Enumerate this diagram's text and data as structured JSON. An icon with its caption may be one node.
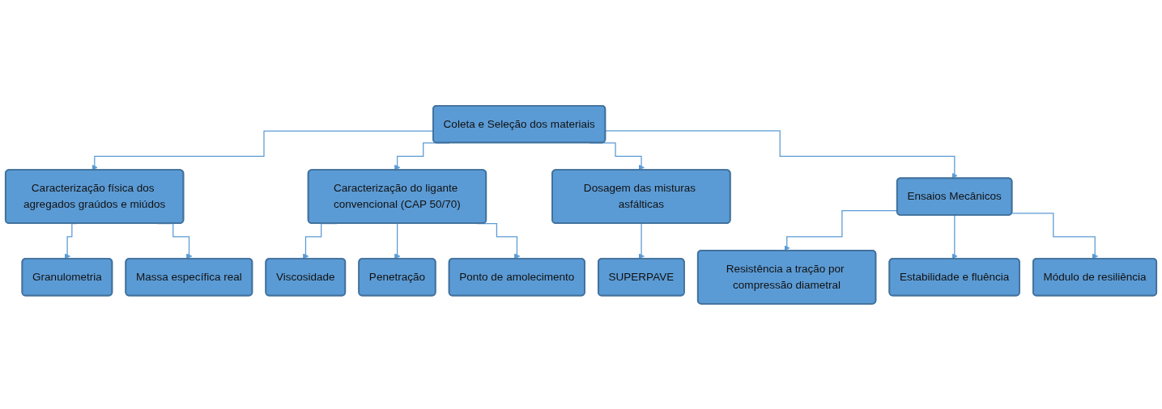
{
  "diagram": {
    "nodes": [
      {
        "text": [
          "Coleta e Seleção dos materiais"
        ]
      },
      {
        "text": [
          "Caracterização física dos agregados graúdos e miúdos"
        ]
      },
      {
        "text": [
          "Caracterização do ligante convencional (CAP 50/70)"
        ]
      },
      {
        "text": [
          "Dosagem das misturas asfálticas"
        ]
      },
      {
        "text": [
          "Ensaios Mecânicos"
        ]
      },
      {
        "text": [
          "Granulometria"
        ]
      },
      {
        "text": [
          "Massa específica real"
        ]
      },
      {
        "text": [
          "Viscosidade"
        ]
      },
      {
        "text": [
          "Penetração"
        ]
      },
      {
        "text": [
          "Ponto de amolecimento"
        ]
      },
      {
        "text": [
          "SUPERPAVE"
        ]
      },
      {
        "text": [
          "Resistência a tração por compressão diametral"
        ]
      },
      {
        "text": [
          "Estabilidade e fluência"
        ]
      },
      {
        "text": [
          "Módulo de resiliência"
        ]
      }
    ],
    "edges": [
      {
        "from": 0,
        "to": 1,
        "arrow": "to"
      },
      {
        "from": 0,
        "to": 2,
        "arrow": "to"
      },
      {
        "from": 0,
        "to": 3,
        "arrow": "to"
      },
      {
        "from": 0,
        "to": 4,
        "arrow": "to"
      },
      {
        "from": 1,
        "to": 5,
        "arrow": "to"
      },
      {
        "from": 1,
        "to": 6,
        "arrow": "to"
      },
      {
        "from": 2,
        "to": 7,
        "arrow": "to"
      },
      {
        "from": 2,
        "to": 8,
        "arrow": "to"
      },
      {
        "from": 2,
        "to": 9,
        "arrow": "to"
      },
      {
        "from": 3,
        "to": 10,
        "arrow": "to"
      },
      {
        "from": 4,
        "to": 11,
        "arrow": "to"
      },
      {
        "from": 4,
        "to": 12,
        "arrow": "to"
      },
      {
        "from": 4,
        "to": 13,
        "arrow": "to"
      }
    ]
  }
}
